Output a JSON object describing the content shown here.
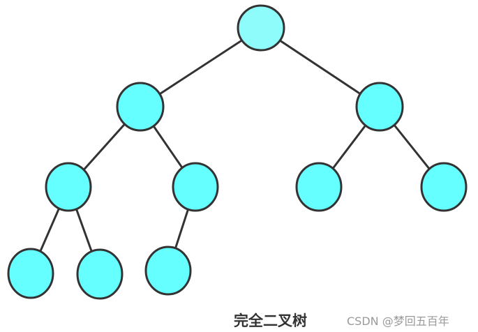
{
  "diagram": {
    "caption": "完全二叉树",
    "watermark": "CSDN @梦回五百年",
    "colors": {
      "root_fill": "#8ffcfc",
      "node_fill": "#66ffff",
      "stroke": "#333333"
    },
    "nodes": [
      {
        "id": "root",
        "parent": null
      },
      {
        "id": "n1",
        "parent": "root"
      },
      {
        "id": "n2",
        "parent": "root"
      },
      {
        "id": "n3",
        "parent": "n1"
      },
      {
        "id": "n4",
        "parent": "n1"
      },
      {
        "id": "n5",
        "parent": "n2"
      },
      {
        "id": "n6",
        "parent": "n2"
      },
      {
        "id": "n7",
        "parent": "n3"
      },
      {
        "id": "n8",
        "parent": "n3"
      },
      {
        "id": "n9",
        "parent": "n4"
      }
    ]
  }
}
